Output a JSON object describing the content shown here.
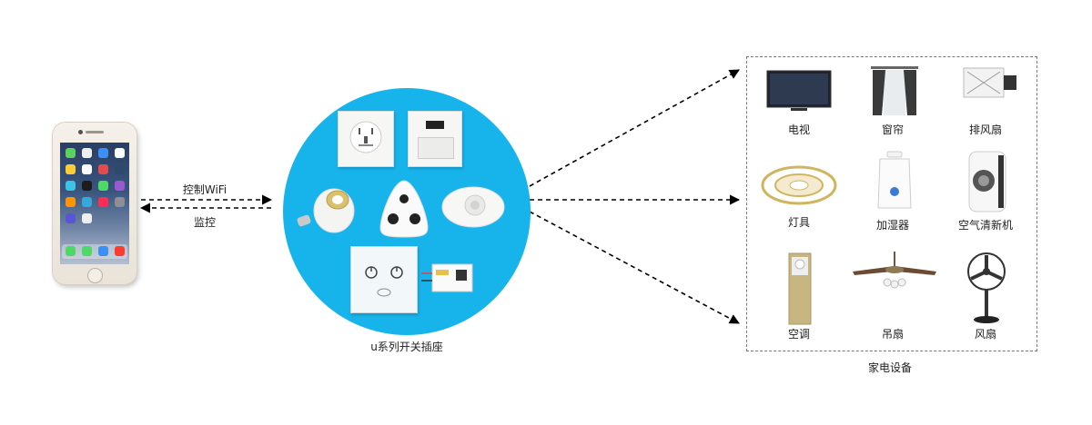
{
  "links": {
    "control_label": "控制WiFi",
    "monitor_label": "监控"
  },
  "hub": {
    "caption": "u系列开关插座"
  },
  "appliances": {
    "caption": "家电设备",
    "items": [
      {
        "label": "电视"
      },
      {
        "label": "窗帘"
      },
      {
        "label": "排风扇"
      },
      {
        "label": "灯具"
      },
      {
        "label": "加湿器"
      },
      {
        "label": "空气清新机"
      },
      {
        "label": "空调"
      },
      {
        "label": "吊扇"
      },
      {
        "label": "风扇"
      }
    ]
  },
  "colors": {
    "circle": "#17b4ec",
    "arrow": "#000000"
  }
}
